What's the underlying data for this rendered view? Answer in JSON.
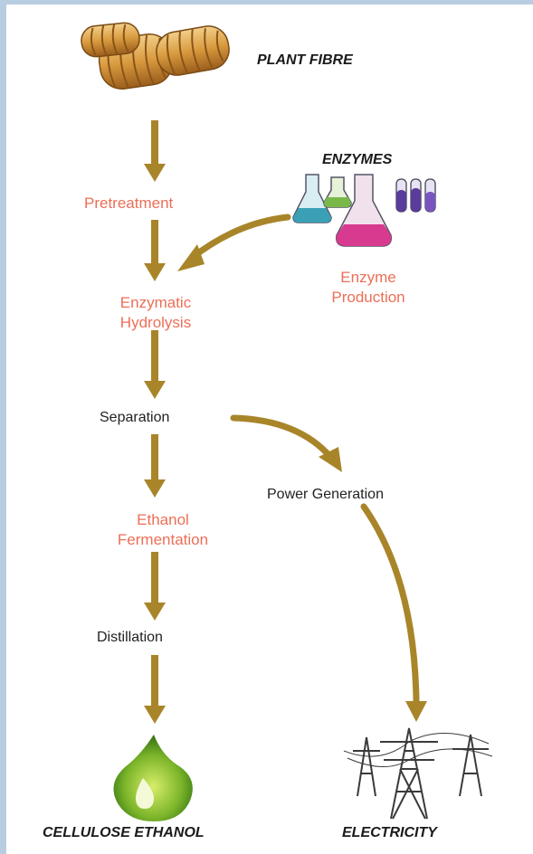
{
  "nodes": {
    "plant_fibre": "PLANT FIBRE",
    "enzymes": "ENZYMES",
    "pretreatment": "Pretreatment",
    "enzyme_production": [
      "Enzyme",
      "Production"
    ],
    "enzymatic_hydrolysis": [
      "Enzymatic",
      "Hydrolysis"
    ],
    "separation": "Separation",
    "power_generation": "Power Generation",
    "ethanol_fermentation": [
      "Ethanol",
      "Fermentation"
    ],
    "distillation": "Distillation",
    "cellulose_ethanol": "CELLULOSE ETHANOL",
    "electricity": "ELECTRICITY"
  },
  "icons": {
    "plant_fibre": "hay-bales-icon",
    "enzymes": "lab-flasks-icon",
    "cellulose_ethanol": "green-flame-drop-icon",
    "electricity": "power-pylons-icon"
  },
  "colors": {
    "arrow": "#a9852a",
    "process_label": "#ec6f56",
    "plain_label": "#222222",
    "background": "#b9cde0"
  }
}
